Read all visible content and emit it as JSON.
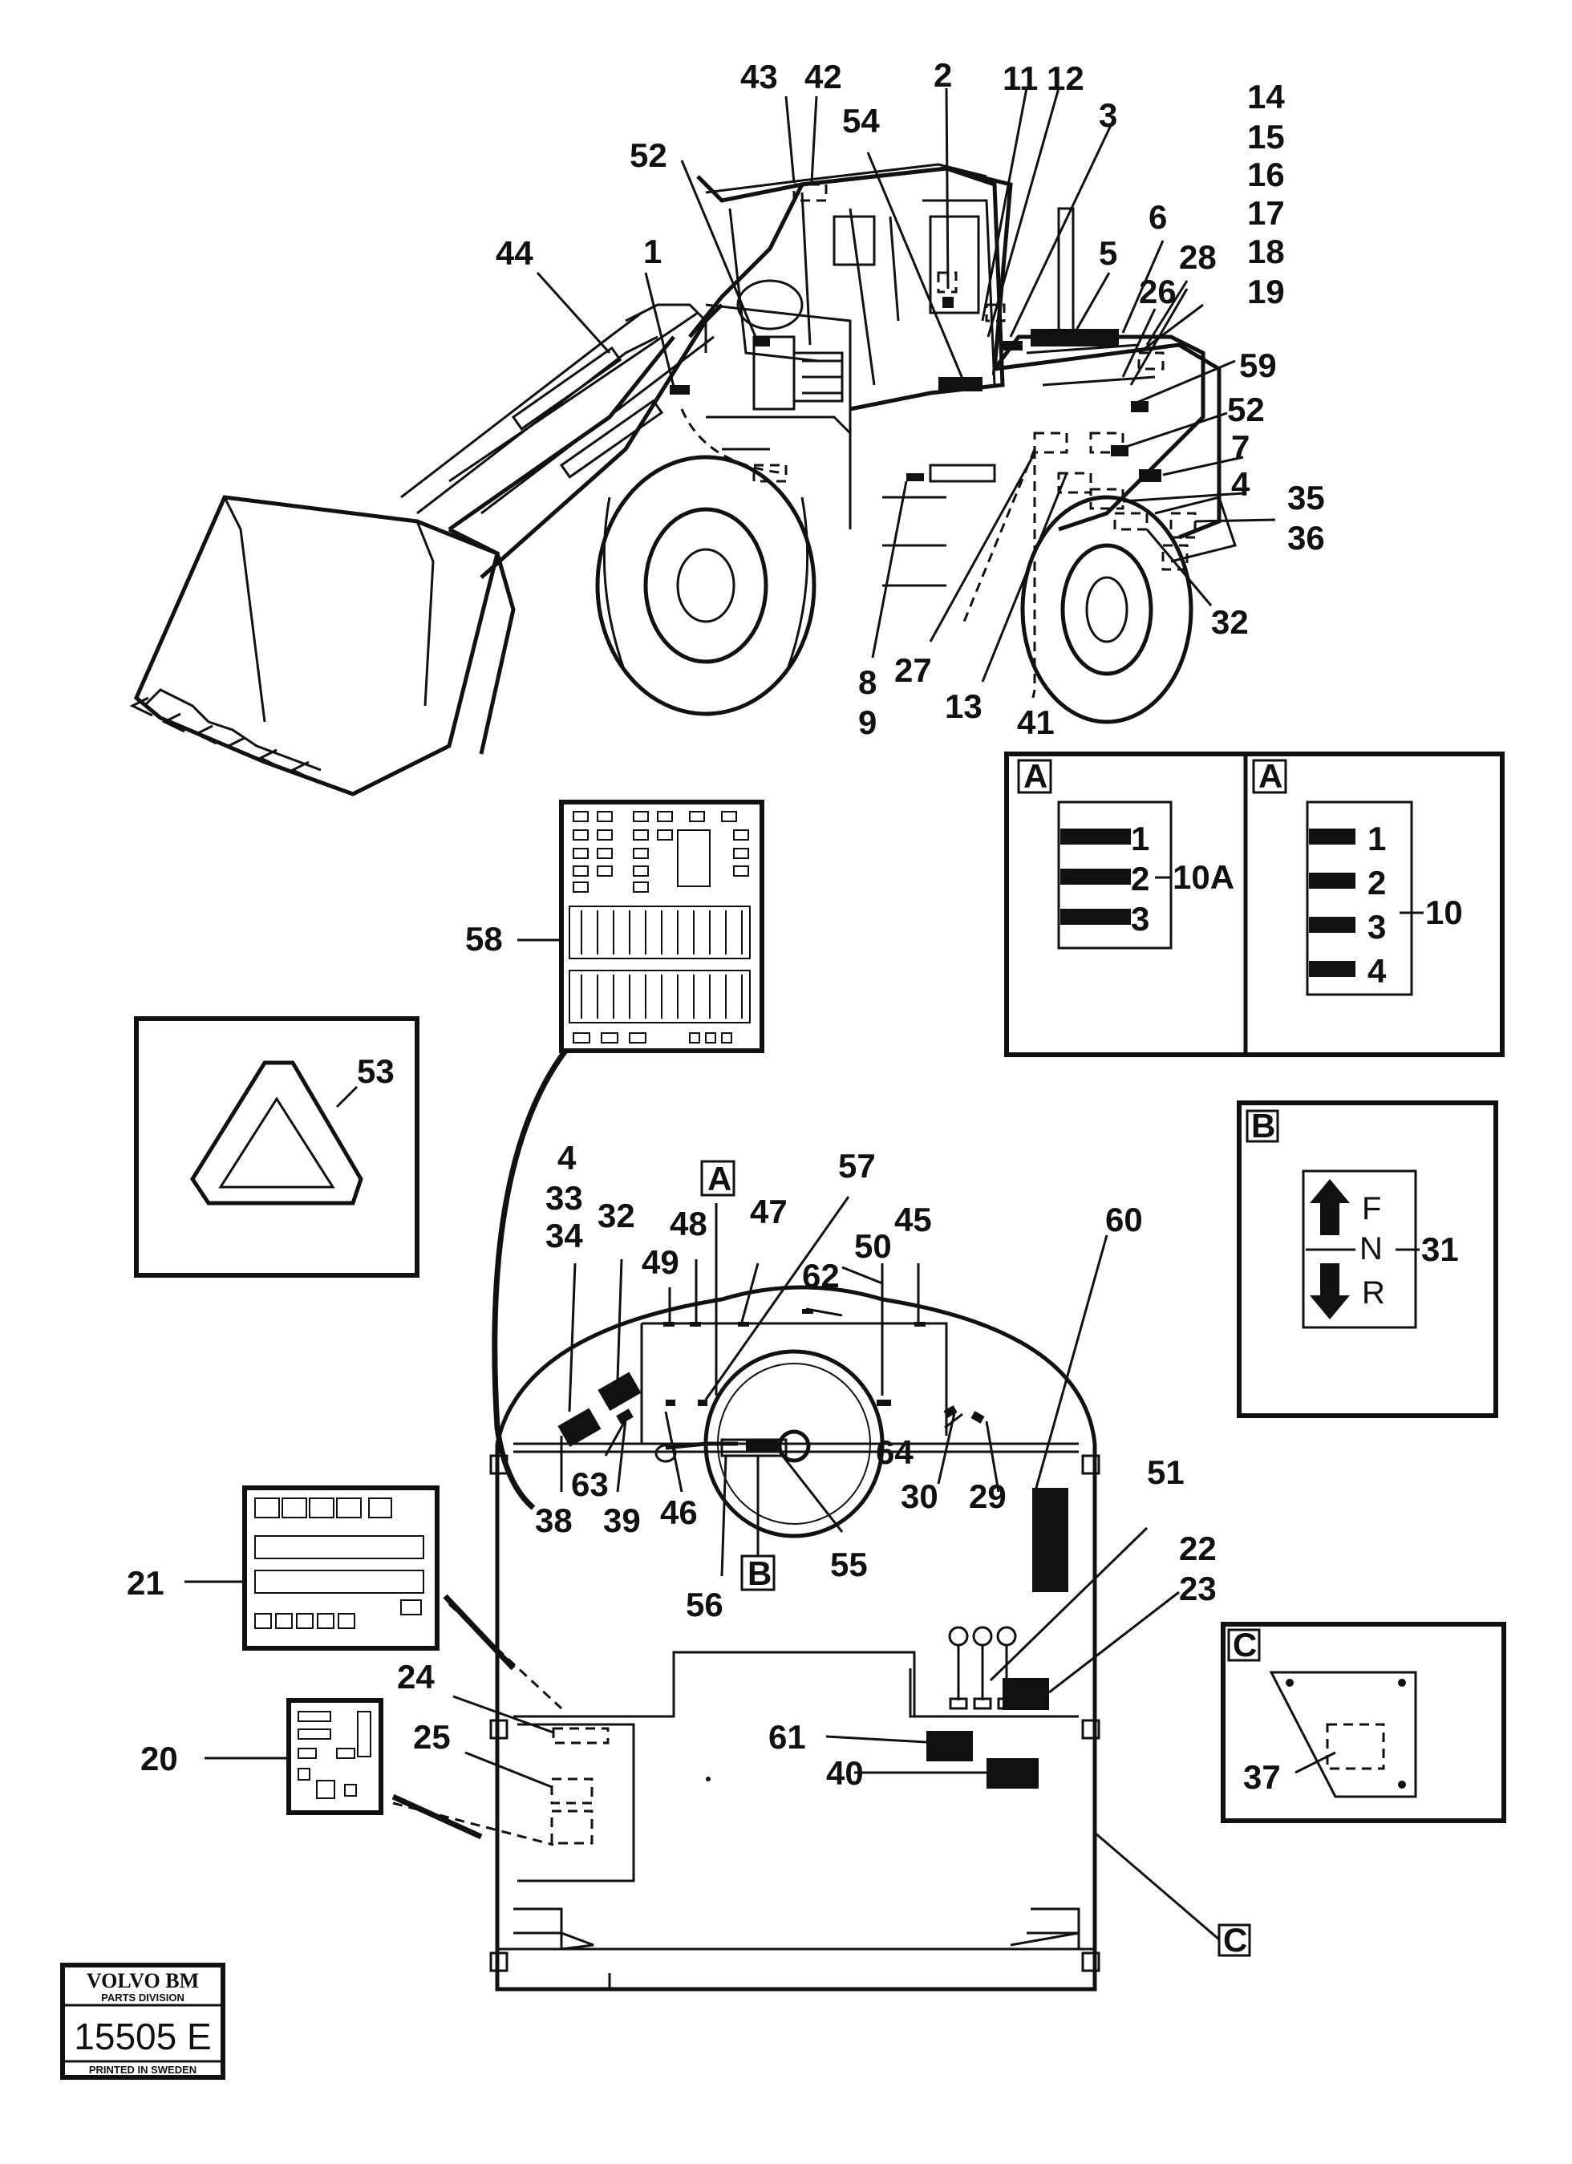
{
  "callouts_top": {
    "n43": "43",
    "n42": "42",
    "n2": "2",
    "n11": "11",
    "n12": "12",
    "n54": "54",
    "n3": "3",
    "n52a": "52",
    "n44": "44",
    "n1": "1",
    "n6": "6",
    "n5": "5",
    "n28": "28",
    "n26": "26",
    "n14": "14",
    "n15": "15",
    "n16": "16",
    "n17": "17",
    "n18": "18",
    "n19": "19",
    "n59": "59",
    "n52b": "52",
    "n7": "7",
    "n4": "4",
    "n35": "35",
    "n36": "36",
    "n32": "32",
    "n8": "8",
    "n9": "9",
    "n27": "27",
    "n13": "13",
    "n41": "41"
  },
  "panel_a_left": {
    "tag": "A",
    "rows": [
      "1",
      "2",
      "3"
    ],
    "ref": "10A"
  },
  "panel_a_right": {
    "tag": "A",
    "rows": [
      "1",
      "2",
      "3",
      "4"
    ],
    "ref": "10"
  },
  "panel_b": {
    "tag": "B",
    "letters": [
      "F",
      "N",
      "R"
    ],
    "ref": "31"
  },
  "panel_c": {
    "tag": "C",
    "ref": "37"
  },
  "triangle": {
    "ref": "53"
  },
  "fuse_panel": {
    "ref": "58"
  },
  "dashboard": {
    "n4": "4",
    "n33": "33",
    "n34": "34",
    "n32": "32",
    "tagA": "A",
    "n48": "48",
    "n47": "47",
    "n57": "57",
    "n49": "49",
    "n50": "50",
    "n45": "45",
    "n62": "62",
    "n60": "60",
    "n63": "63",
    "n38": "38",
    "n39": "39",
    "n46": "46",
    "n64": "64",
    "n30": "30",
    "n29": "29",
    "n51": "51",
    "tagB": "B",
    "n55": "55",
    "n56": "56",
    "n22": "22",
    "n23": "23",
    "n21": "21",
    "n24": "24",
    "n25": "25",
    "n20": "20",
    "n61": "61",
    "n40": "40",
    "tagC": "C"
  },
  "stamp": {
    "brand": "VOLVO BM",
    "division": "PARTS DIVISION",
    "number": "15505 E",
    "printed": "PRINTED IN SWEDEN"
  }
}
